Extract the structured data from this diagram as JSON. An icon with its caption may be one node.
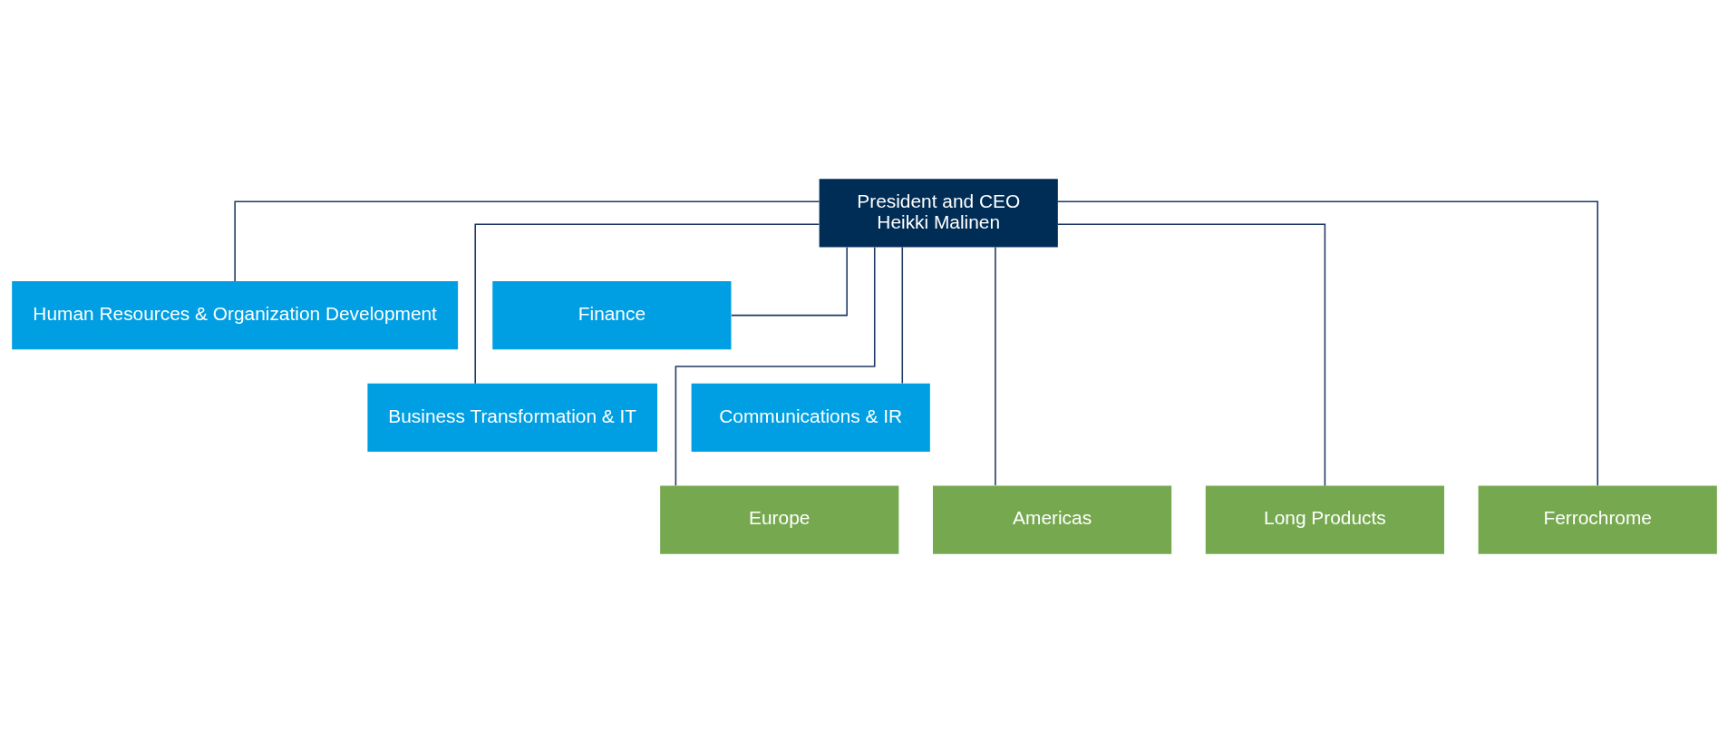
{
  "diagram": {
    "nodes": [
      {
        "text": [
          "President and CEO",
          "Heikki Malinen"
        ]
      },
      {
        "text": [
          "Human Resources & Organization Development"
        ]
      },
      {
        "text": [
          "Finance"
        ]
      },
      {
        "text": [
          "Business Transformation & IT"
        ]
      },
      {
        "text": [
          "Communications & IR"
        ]
      },
      {
        "text": [
          "Europe"
        ]
      },
      {
        "text": [
          "Americas"
        ]
      },
      {
        "text": [
          "Long Products"
        ]
      },
      {
        "text": [
          "Ferrochrome"
        ]
      }
    ],
    "edges": [
      {
        "from": 0,
        "to": 1,
        "arrow": "none"
      },
      {
        "from": 0,
        "to": 2,
        "arrow": "none"
      },
      {
        "from": 0,
        "to": 3,
        "arrow": "none"
      },
      {
        "from": 0,
        "to": 4,
        "arrow": "none"
      },
      {
        "from": 0,
        "to": 5,
        "arrow": "none"
      },
      {
        "from": 0,
        "to": 6,
        "arrow": "none"
      },
      {
        "from": 0,
        "to": 7,
        "arrow": "none"
      },
      {
        "from": 0,
        "to": 8,
        "arrow": "none"
      }
    ]
  }
}
